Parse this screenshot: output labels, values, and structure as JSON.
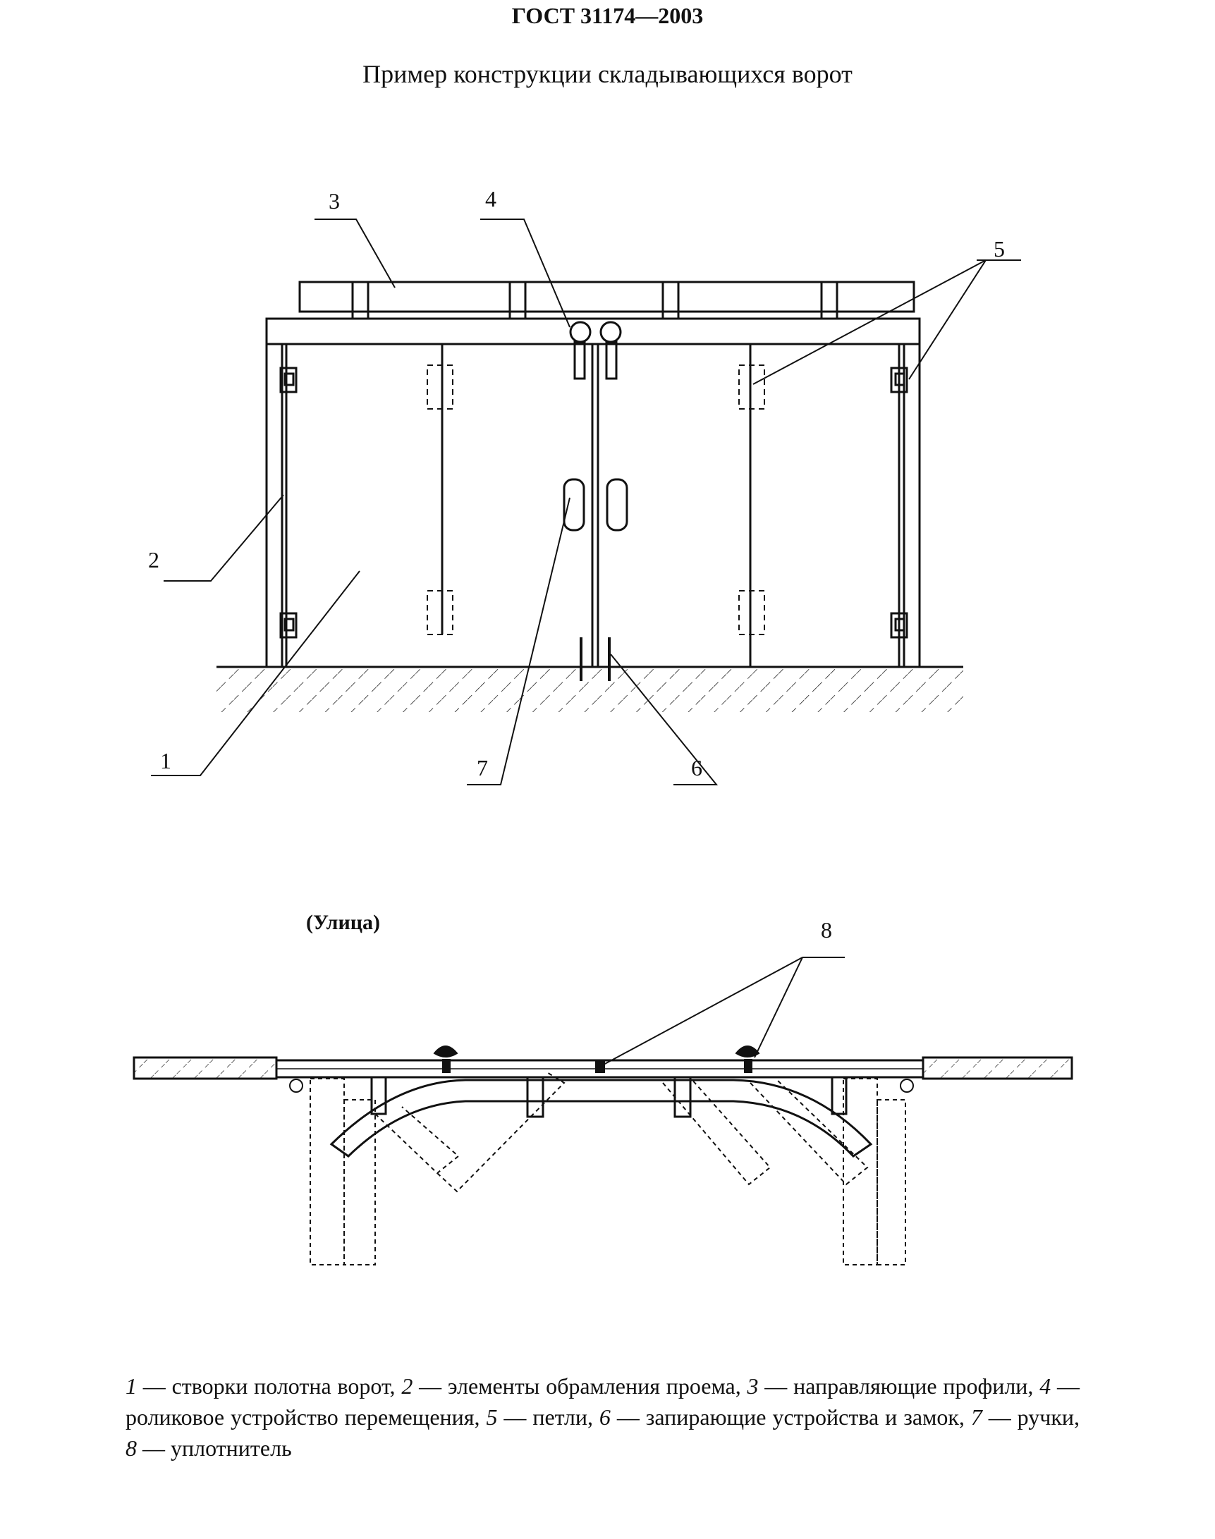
{
  "header": "ГОСТ 31174—2003",
  "title": "Пример конструкции складывающихся ворот",
  "street_label": "(Улица)",
  "callouts": [
    "1",
    "2",
    "3",
    "4",
    "5",
    "6",
    "7",
    "8"
  ],
  "legend": [
    {
      "num": "1",
      "text": " — створки полотна ворот, "
    },
    {
      "num": "2",
      "text": " — элементы обрамления проема, "
    },
    {
      "num": "3",
      "text": " — направляющие профили, "
    },
    {
      "num": "4",
      "text": " — роликовое устройство перемещения, "
    },
    {
      "num": "5",
      "text": " — петли, "
    },
    {
      "num": "6",
      "text": " — запирающие устройства и замок, "
    },
    {
      "num": "7",
      "text": " — ручки, "
    },
    {
      "num": "8",
      "text": " — уплотнитель"
    }
  ]
}
